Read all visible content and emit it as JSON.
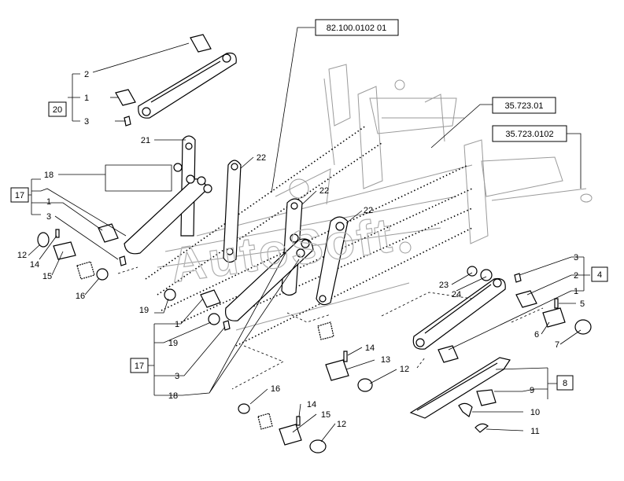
{
  "references": {
    "ref1": "82.100.0102 01",
    "ref2": "35.723.01",
    "ref3": "35.723.0102"
  },
  "groups": {
    "g20": "20",
    "g17a": "17",
    "g17b": "17",
    "g4": "4",
    "g8": "8"
  },
  "callouts": {
    "c2_top": "2",
    "c1_top": "1",
    "c3_top": "3",
    "c21": "21",
    "c18a": "18",
    "c1a": "1",
    "c3a": "3",
    "c12a": "12",
    "c14a": "14",
    "c15a": "15",
    "c16a": "16",
    "c22a": "22",
    "c22b": "22",
    "c22c": "22",
    "c19a": "19",
    "c1b": "1",
    "c19b": "19",
    "c3b": "3",
    "c18b": "18",
    "c14b": "14",
    "c13": "13",
    "c12b": "12",
    "c16b": "16",
    "c14c": "14",
    "c15b": "15",
    "c12c": "12",
    "c3r": "3",
    "c2r": "2",
    "c1r": "1",
    "c23": "23",
    "c24": "24",
    "c5": "5",
    "c6": "6",
    "c7": "7",
    "c9": "9",
    "c10": "10",
    "c11": "11"
  },
  "watermark": "AutoSoft"
}
